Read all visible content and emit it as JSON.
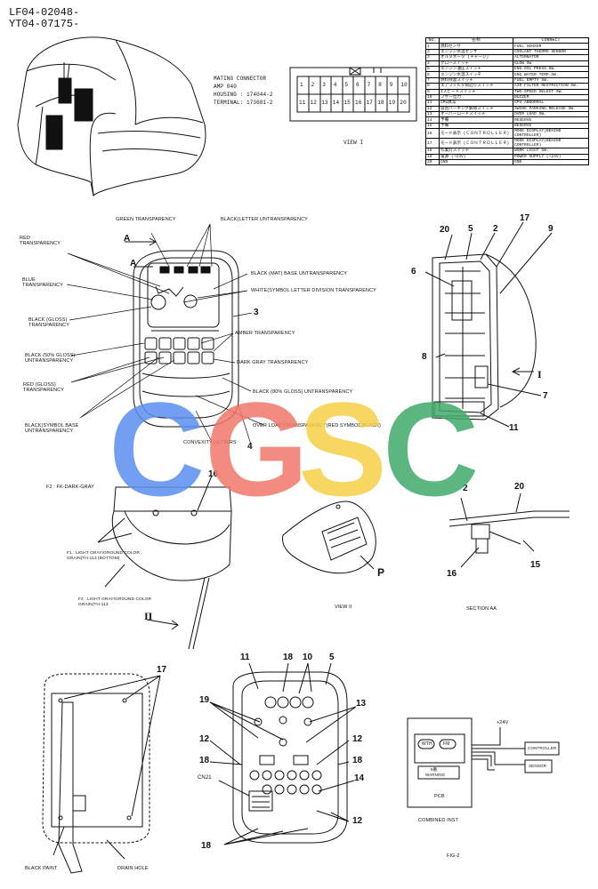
{
  "header": {
    "line1": "LF04-02048-",
    "line2": "YT04-07175-"
  },
  "mating": {
    "title": "MATING CONNECTOR",
    "amp": "AMP 040",
    "housing": "HOUSING : 174044-2",
    "terminal": "TERMINAL: 173681-2",
    "pins_top": [
      "1",
      "2",
      "3",
      "4",
      "5",
      "6",
      "7",
      "8",
      "9",
      "10"
    ],
    "pins_bottom": [
      "11",
      "12",
      "13",
      "14",
      "15",
      "16",
      "17",
      "18",
      "19",
      "20"
    ],
    "view": "VIEW I"
  },
  "connect_table": {
    "head": [
      "NO.",
      "名称",
      "CONNECT"
    ],
    "rows": [
      [
        "1",
        "燃料センサ",
        "FUEL SENSOR"
      ],
      [
        "2",
        "エンジン水温センサ",
        "COOLANT THERMO SENSOR"
      ],
      [
        "3",
        "オルタネータ (チャージ)",
        "ALTERNATOR"
      ],
      [
        "4",
        "グロースイッチ",
        "GLOW SW"
      ],
      [
        "5",
        "エンジン油圧スイッチ",
        "ENG.OIL PRESS.SW."
      ],
      [
        "6",
        "エンジン水温スイッチ",
        "ENG.WATER TEMP.SW."
      ],
      [
        "7",
        "燃料残量スイッチ",
        "FUEL EMPTY SW."
      ],
      [
        "8",
        "エアフィルタ目詰りスイッチ",
        "AIR FILTER RESTRICTION SW."
      ],
      [
        "9",
        "2スピードスイッチ",
        "TWO-SPEED SELECT SW."
      ],
      [
        "10",
        "ブザー出力",
        "BUZZER"
      ],
      [
        "11",
        "CPU異常",
        "CPU ABNORMAL"
      ],
      [
        "12",
        "旋回パーキング解除スイッチ",
        "SWING PARKING RELEASE SW."
      ],
      [
        "13",
        "オーバーロードスイッチ",
        "OVER LOAD SW."
      ],
      [
        "14",
        "予備",
        "RESERVE"
      ],
      [
        "15",
        "予備",
        "RESERVE"
      ],
      [
        "16",
        "モード表示 (ＣＯＮＴＲＯＬＬＥＲ)",
        "MODE DISPLAY(BEHIND CONTROLLER)"
      ],
      [
        "17",
        "モード表示 (ＣＯＮＴＲＯＬＬＥＲ)",
        "MODE DISPLAY(BEHIND CONTROLLER)"
      ],
      [
        "18",
        "作業灯スイッチ",
        "WORK LIGHT SW."
      ],
      [
        "19",
        "電源 (+24V)",
        "POWER SUPPLY (+24V)"
      ],
      [
        "20",
        "GND",
        "GND"
      ]
    ]
  },
  "callouts": {
    "green_transparency": "GREEN TRANSPARENCY",
    "black_letter_untransparency": "BLACK(LETTER UNTRANSPARENCY",
    "red_transparency": "RED\nTRANSPARENCY",
    "black_mat_base": "BLACK (MAT) BASE UNTRANSPARENCY",
    "blue_transparency": "BLUE\nTRANSPARENCY",
    "white_symbol": "WHITE(SYMBOL LETTER DIVISION TRANSPARENCY",
    "black_gloss": "BLACK (GLOSS)\nTRANSPARENCY",
    "amber": "AMBER TRANSPARENCY",
    "black_50_gloss": "BLACK (50% GLOSS)\nUNTRANSPARENCY",
    "dark_gray": "DARK GRAY TRANSPARENCY",
    "red_gloss": "RED (GLOSS)\nTRANSPARENCY",
    "black_80_gloss": "BLACK (80% GLOSS) UNTRANSPARENCY",
    "black_symbol_base": "BLACK(SYMBOL BASE\nUNTRANSPARENCY",
    "overload": "OVER LOAD (TRANSPARENCY(RED SYMBOL(BLACK)",
    "convexity": "CONVEXITY LETTERS",
    "a_upper": "A",
    "a_lower": "A",
    "n3": "3",
    "n4": "4"
  },
  "side_view": {
    "n20": "20",
    "n5": "5",
    "n2": "2",
    "n9": "9",
    "n6": "6",
    "n17": "17",
    "n8": "8",
    "n7": "7",
    "n11": "11",
    "arrow_i": "I"
  },
  "cover": {
    "f2": "F2 : FK-DARK-GRAY",
    "f1": "F1 : LIGHT GRAY/GROUND COLOR\nGRAIN(TH-113 (BOTTOM)",
    "f2b": "F2 : LIGHT GRAY/GROUND COLOR\nGRAIN(TH-113",
    "n16": "16",
    "arrow_ii": "II"
  },
  "view2": {
    "label": "VIEW II",
    "p": "P"
  },
  "section": {
    "label": "SECTION AA",
    "n2": "2",
    "n20": "20",
    "n16": "16",
    "n15": "15"
  },
  "back": {
    "n17": "17",
    "black_paint": "BLACK PAINT",
    "drain_hole": "DRAIN HOLE"
  },
  "pcb_view": {
    "n11": "11",
    "n18a": "18",
    "n10": "10",
    "n5": "5",
    "n19": "19",
    "n13": "13",
    "n12a": "12",
    "n12b": "12",
    "n18b": "18",
    "n18c": "18",
    "cn21": "CN21",
    "n14": "14",
    "n12c": "12",
    "n18d": "18"
  },
  "fig2": {
    "v24": "+24V",
    "wth": "WTH",
    "fm": "FM",
    "warn1": "6番",
    "warn2": "WARNING",
    "pcb": "PCB",
    "controller": "CONTROLLER",
    "sensor": "SENSOR",
    "combined": "COMBINED INST",
    "fig": "FIG-2"
  },
  "watermark": {
    "letters": [
      "C",
      "G",
      "S",
      "C"
    ],
    "colors": [
      "#5b8ff0",
      "#f0796b",
      "#f7cf47",
      "#3faa6a"
    ]
  }
}
